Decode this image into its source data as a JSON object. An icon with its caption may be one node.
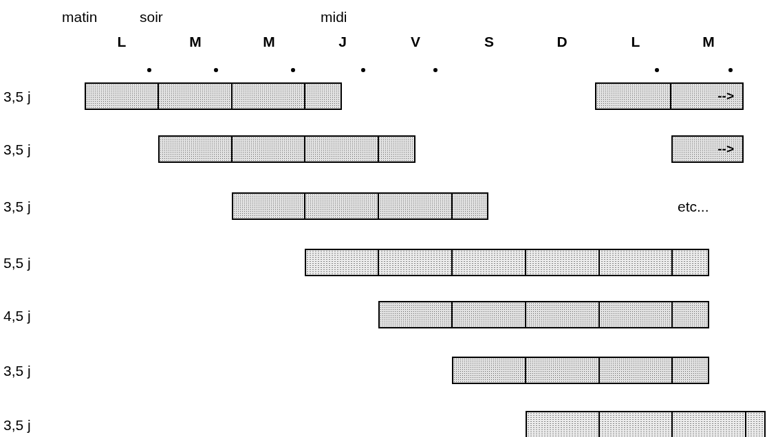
{
  "diagram": {
    "nodes": [
      {
        "text": [],
        "shape": "bar"
      },
      {
        "text": [
          "-->"
        ]
      },
      {
        "text": [],
        "shape": "bar"
      },
      {
        "text": [
          "-->"
        ]
      },
      {
        "text": [],
        "shape": "bar"
      },
      {
        "text": [],
        "shape": "bar"
      },
      {
        "text": [],
        "shape": "bar"
      },
      {
        "text": [],
        "shape": "bar"
      },
      {
        "text": [],
        "shape": "bar"
      }
    ],
    "labels": [
      "matin",
      "soir",
      "midi",
      "L",
      "M",
      "M",
      "J",
      "V",
      "S",
      "D",
      "L",
      "M",
      "3,5 j",
      "3,5 j",
      "3,5 j",
      "etc...",
      "5,5 j",
      "4,5 j",
      "3,5 j",
      "3,5 j"
    ]
  }
}
